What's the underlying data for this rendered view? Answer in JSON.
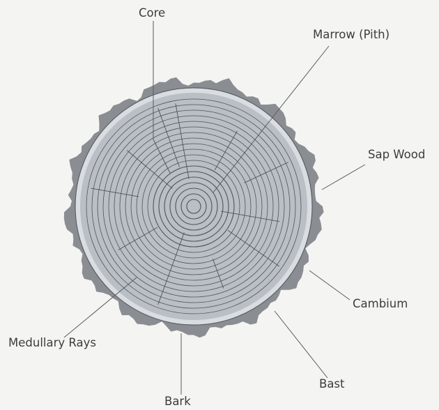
{
  "diagram": {
    "labels": {
      "core": "Core",
      "marrow": "Marrow (Pith)",
      "sapwood": "Sap Wood",
      "cambium": "Cambium",
      "bast": "Bast",
      "bark": "Bark",
      "medullary_rays": "Medullary Rays"
    },
    "colors": {
      "background": "#f4f4f2",
      "bark": "#8a8e93",
      "cambium_ring": "#d9dde1",
      "wood": "#b9bfc5",
      "rings": "#4e5358",
      "leader_lines": "#5a5a5a",
      "text": "#3c3c3c"
    }
  }
}
